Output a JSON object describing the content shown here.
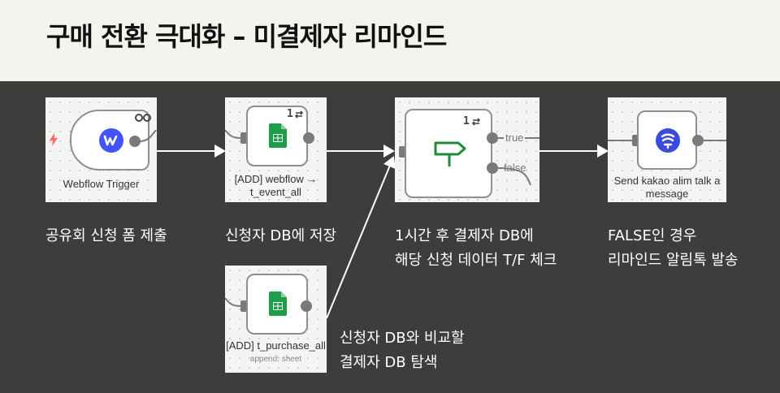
{
  "title": "구매 전환 극대화 – 미결제자 리마인드",
  "nodes": {
    "webflow": {
      "label": "Webflow Trigger",
      "icon": "webflow-icon"
    },
    "sheet_event": {
      "label_1": "[ADD] webflow →",
      "label_2": "t_event_all",
      "badge": "1",
      "icon": "google-sheets-icon"
    },
    "if_node": {
      "badge": "1",
      "true_label": "true",
      "false_label": "false",
      "icon": "signpost-icon"
    },
    "kakao": {
      "label_1": "Send kakao alim talk a",
      "label_2": "message",
      "icon": "kakao-icon"
    },
    "sheet_purchase": {
      "label": "[ADD] t_purchase_all",
      "sub": "append: sheet",
      "icon": "google-sheets-icon"
    }
  },
  "descriptions": {
    "step1": "공유회 신청 폼 제출",
    "step2": "신청자 DB에 저장",
    "step3_line1": "1시간 후 결제자 DB에",
    "step3_line2": "해당 신청 데이터 T/F 체크",
    "step4_line1": "FALSE인 경우",
    "step4_line2": "리마인드 알림톡 발송",
    "step5_line1": "신청자 DB와 비교할",
    "step5_line2": "결제자 DB 탐색"
  },
  "colors": {
    "header_bg": "#f5f3ee",
    "canvas_bg": "#3d3d3b",
    "webflow_blue": "#4353ff",
    "sheets_green": "#1e9e4a",
    "signpost_green": "#1f8a3a",
    "kakao_blue": "#3b4bdb",
    "trigger_red": "#ff6d5a"
  }
}
